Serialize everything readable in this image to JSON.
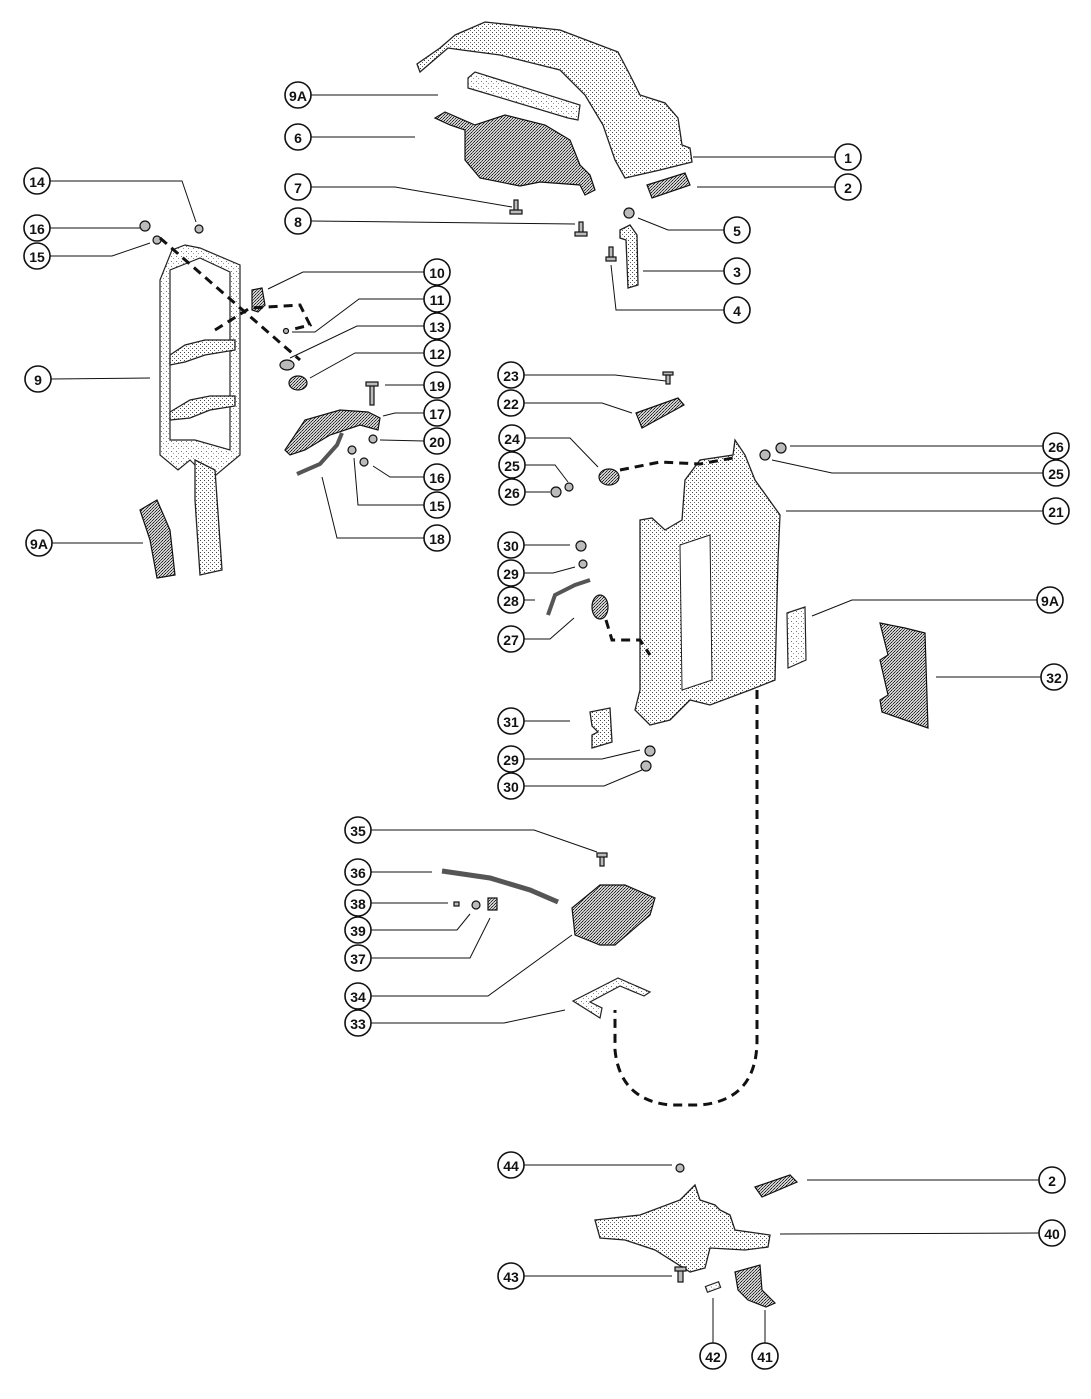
{
  "diagram": {
    "type": "exploded parts diagram",
    "callouts": [
      {
        "id": "c-9A-top",
        "label": "9A"
      },
      {
        "id": "c-6",
        "label": "6"
      },
      {
        "id": "c-1",
        "label": "1"
      },
      {
        "id": "c-2-top",
        "label": "2"
      },
      {
        "id": "c-7",
        "label": "7"
      },
      {
        "id": "c-8",
        "label": "8"
      },
      {
        "id": "c-5",
        "label": "5"
      },
      {
        "id": "c-3",
        "label": "3"
      },
      {
        "id": "c-4",
        "label": "4"
      },
      {
        "id": "c-14",
        "label": "14"
      },
      {
        "id": "c-16-top",
        "label": "16"
      },
      {
        "id": "c-15-top",
        "label": "15"
      },
      {
        "id": "c-10",
        "label": "10"
      },
      {
        "id": "c-11",
        "label": "11"
      },
      {
        "id": "c-13",
        "label": "13"
      },
      {
        "id": "c-12",
        "label": "12"
      },
      {
        "id": "c-9",
        "label": "9"
      },
      {
        "id": "c-19",
        "label": "19"
      },
      {
        "id": "c-17",
        "label": "17"
      },
      {
        "id": "c-20",
        "label": "20"
      },
      {
        "id": "c-16-mid",
        "label": "16"
      },
      {
        "id": "c-15-mid",
        "label": "15"
      },
      {
        "id": "c-18",
        "label": "18"
      },
      {
        "id": "c-9A-left",
        "label": "9A"
      },
      {
        "id": "c-23",
        "label": "23"
      },
      {
        "id": "c-22",
        "label": "22"
      },
      {
        "id": "c-24",
        "label": "24"
      },
      {
        "id": "c-25-left",
        "label": "25"
      },
      {
        "id": "c-26-left",
        "label": "26"
      },
      {
        "id": "c-26-right",
        "label": "26"
      },
      {
        "id": "c-25-right",
        "label": "25"
      },
      {
        "id": "c-21",
        "label": "21"
      },
      {
        "id": "c-30-top",
        "label": "30"
      },
      {
        "id": "c-29-top",
        "label": "29"
      },
      {
        "id": "c-28",
        "label": "28"
      },
      {
        "id": "c-27",
        "label": "27"
      },
      {
        "id": "c-9A-right",
        "label": "9A"
      },
      {
        "id": "c-32",
        "label": "32"
      },
      {
        "id": "c-31",
        "label": "31"
      },
      {
        "id": "c-29-bot",
        "label": "29"
      },
      {
        "id": "c-30-bot",
        "label": "30"
      },
      {
        "id": "c-35",
        "label": "35"
      },
      {
        "id": "c-36",
        "label": "36"
      },
      {
        "id": "c-38",
        "label": "38"
      },
      {
        "id": "c-39",
        "label": "39"
      },
      {
        "id": "c-37",
        "label": "37"
      },
      {
        "id": "c-34",
        "label": "34"
      },
      {
        "id": "c-33",
        "label": "33"
      },
      {
        "id": "c-44",
        "label": "44"
      },
      {
        "id": "c-2-bot",
        "label": "2"
      },
      {
        "id": "c-40",
        "label": "40"
      },
      {
        "id": "c-43",
        "label": "43"
      },
      {
        "id": "c-42",
        "label": "42"
      },
      {
        "id": "c-41",
        "label": "41"
      }
    ]
  }
}
